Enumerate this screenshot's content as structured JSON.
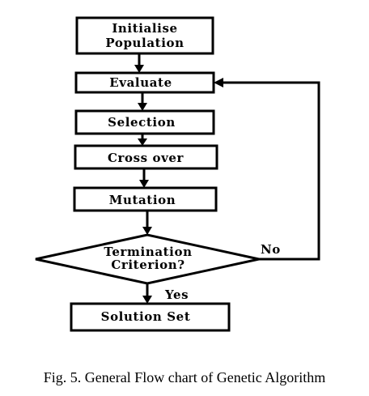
{
  "flowchart": {
    "steps": {
      "initialise_line1": "Initialise",
      "initialise_line2": "Population",
      "evaluate": "Evaluate",
      "selection": "Selection",
      "crossover": "Cross over",
      "mutation": "Mutation",
      "termination_line1": "Termination",
      "termination_line2": "Criterion?",
      "solution": "Solution Set"
    },
    "edges": {
      "no_label": "No",
      "yes_label": "Yes"
    }
  },
  "caption": "Fig. 5. General Flow chart of Genetic Algorithm"
}
